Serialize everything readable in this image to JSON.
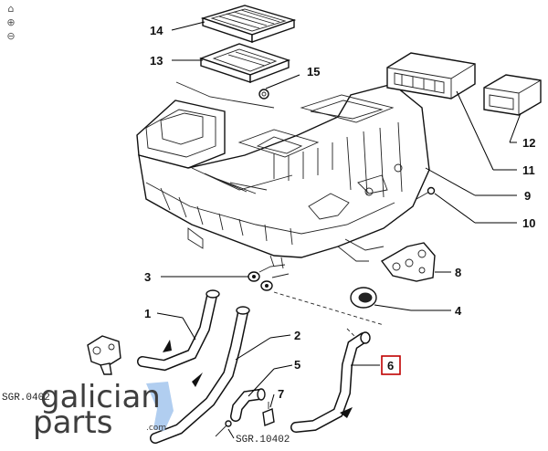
{
  "toolbar": {
    "home_icon": "home-icon",
    "zoom_in_icon": "zoom-in-icon",
    "zoom_out_icon": "zoom-out-icon",
    "home_glyph": "⌂",
    "zoom_in_glyph": "⊕",
    "zoom_out_glyph": "⊖"
  },
  "diagram": {
    "callouts": [
      {
        "id": "1",
        "label": "1"
      },
      {
        "id": "2",
        "label": "2"
      },
      {
        "id": "3",
        "label": "3"
      },
      {
        "id": "4",
        "label": "4"
      },
      {
        "id": "5",
        "label": "5"
      },
      {
        "id": "6",
        "label": "6",
        "highlighted": true
      },
      {
        "id": "7",
        "label": "7"
      },
      {
        "id": "8",
        "label": "8"
      },
      {
        "id": "9",
        "label": "9"
      },
      {
        "id": "10",
        "label": "10"
      },
      {
        "id": "11",
        "label": "11"
      },
      {
        "id": "12",
        "label": "12"
      },
      {
        "id": "13",
        "label": "13"
      },
      {
        "id": "14",
        "label": "14"
      },
      {
        "id": "15",
        "label": "15"
      }
    ],
    "references": {
      "ref_left": "SGR.0402",
      "ref_bottom": "SGR.10402"
    },
    "highlight_color": "#c00000"
  },
  "watermark": {
    "line1": "galician",
    "line2": "parts",
    "suffix": ".com",
    "accent_color": "#a9c9ef"
  }
}
